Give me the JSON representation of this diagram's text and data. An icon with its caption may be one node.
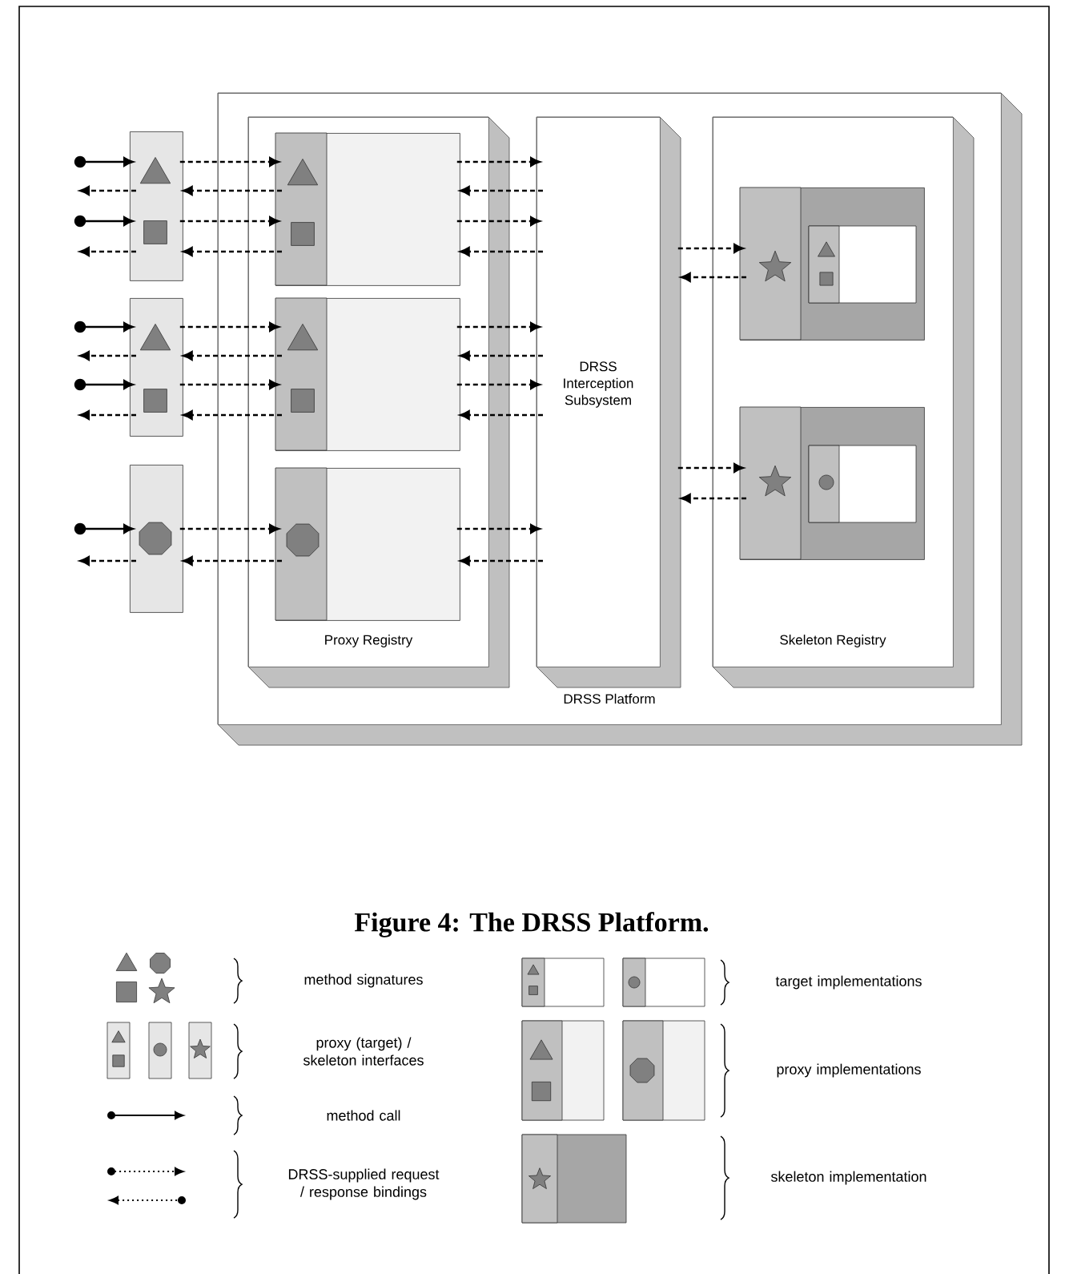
{
  "diagram": {
    "caption": "Figure 4: The DRSS Platform.",
    "nodes": [
      {
        "text": [
          "DRSS Platform"
        ]
      },
      {
        "text": [
          "Proxy Registry"
        ],
        "in": 0
      },
      {
        "text": [
          "DRSS Interception Subsystem"
        ],
        "in": 0
      },
      {
        "text": [
          "Skeleton Registry"
        ],
        "in": 0
      },
      {
        "text": [],
        "shape": "box",
        "in": 1
      },
      {
        "text": [],
        "shape": "box",
        "in": 1
      },
      {
        "text": [],
        "shape": "box",
        "in": 1
      },
      {
        "text": [],
        "shape": "box",
        "in": 3
      },
      {
        "text": [],
        "shape": "box",
        "in": 3
      },
      {
        "text": [],
        "shape": "box"
      },
      {
        "text": [],
        "shape": "box"
      },
      {
        "text": [],
        "shape": "box"
      }
    ],
    "edges": [
      {
        "from": null,
        "to": 9,
        "arrow": "to"
      },
      {
        "from": 9,
        "to": 4,
        "arrow": "to",
        "style": "dashed"
      },
      {
        "from": 4,
        "to": 2,
        "arrow": "to",
        "style": "dashed"
      },
      {
        "from": 2,
        "to": 4,
        "arrow": "to",
        "style": "dashed"
      },
      {
        "from": 4,
        "to": 9,
        "arrow": "to",
        "style": "dashed"
      },
      {
        "from": 9,
        "to": null,
        "arrow": "to",
        "style": "dashed"
      },
      {
        "from": null,
        "to": 9,
        "arrow": "to"
      },
      {
        "from": 9,
        "to": 4,
        "arrow": "to",
        "style": "dashed"
      },
      {
        "from": 4,
        "to": 2,
        "arrow": "to",
        "style": "dashed"
      },
      {
        "from": 2,
        "to": 4,
        "arrow": "to",
        "style": "dashed"
      },
      {
        "from": 4,
        "to": 9,
        "arrow": "to",
        "style": "dashed"
      },
      {
        "from": 9,
        "to": null,
        "arrow": "to",
        "style": "dashed"
      },
      {
        "from": null,
        "to": 10,
        "arrow": "to"
      },
      {
        "from": 10,
        "to": 5,
        "arrow": "to",
        "style": "dashed"
      },
      {
        "from": 5,
        "to": 2,
        "arrow": "to",
        "style": "dashed"
      },
      {
        "from": 2,
        "to": 5,
        "arrow": "to",
        "style": "dashed"
      },
      {
        "from": 5,
        "to": 10,
        "arrow": "to",
        "style": "dashed"
      },
      {
        "from": 10,
        "to": null,
        "arrow": "to",
        "style": "dashed"
      },
      {
        "from": null,
        "to": 10,
        "arrow": "to"
      },
      {
        "from": 10,
        "to": 5,
        "arrow": "to",
        "style": "dashed"
      },
      {
        "from": 5,
        "to": 2,
        "arrow": "to",
        "style": "dashed"
      },
      {
        "from": 2,
        "to": 5,
        "arrow": "to",
        "style": "dashed"
      },
      {
        "from": 5,
        "to": 10,
        "arrow": "to",
        "style": "dashed"
      },
      {
        "from": 10,
        "to": null,
        "arrow": "to",
        "style": "dashed"
      },
      {
        "from": null,
        "to": 11,
        "arrow": "to"
      },
      {
        "from": 11,
        "to": 6,
        "arrow": "to",
        "style": "dashed"
      },
      {
        "from": 6,
        "to": 2,
        "arrow": "to",
        "style": "dashed"
      },
      {
        "from": 2,
        "to": 6,
        "arrow": "to",
        "style": "dashed"
      },
      {
        "from": 6,
        "to": 11,
        "arrow": "to",
        "style": "dashed"
      },
      {
        "from": 11,
        "to": null,
        "arrow": "to",
        "style": "dashed"
      },
      {
        "from": 2,
        "to": 7,
        "arrow": "to",
        "style": "dashed"
      },
      {
        "from": 7,
        "to": 2,
        "arrow": "to",
        "style": "dashed"
      },
      {
        "from": 2,
        "to": 8,
        "arrow": "to",
        "style": "dashed"
      },
      {
        "from": 8,
        "to": 2,
        "arrow": "to",
        "style": "dashed"
      }
    ],
    "legend": [
      {
        "text": "method signatures"
      },
      {
        "text": "proxy (target) / skeleton interfaces"
      },
      {
        "text": "method call"
      },
      {
        "text": "DRSS-supplied request / response bindings"
      },
      {
        "text": "target implementations"
      },
      {
        "text": "proxy implementations"
      },
      {
        "text": "skeleton implementation"
      }
    ]
  }
}
